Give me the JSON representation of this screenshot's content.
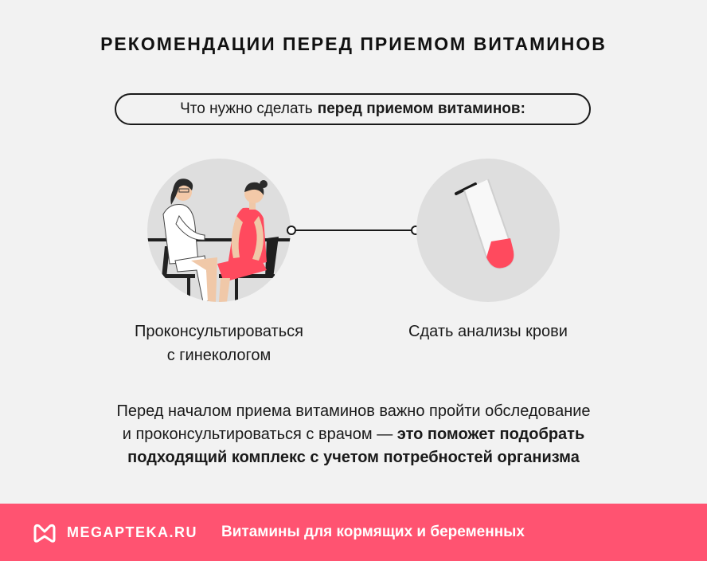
{
  "title": "РЕКОМЕНДАЦИИ ПЕРЕД ПРИЕМОМ ВИТАМИНОВ",
  "pill": {
    "text_regular": "Что нужно сделать",
    "text_bold": "перед приемом витаминов:"
  },
  "steps": [
    {
      "icon": "doctor-consultation-illustration",
      "line1": "Проконсультироваться",
      "line2": "с гинекологом"
    },
    {
      "icon": "blood-test-tube-illustration",
      "line1": "Сдать анализы крови"
    }
  ],
  "body": {
    "line1": "Перед началом приема витаминов важно пройти обследование",
    "line2_regular": "и проконсультироваться с врачом — ",
    "line2_bold": "это поможет подобрать",
    "line3_bold": "подходящий комплекс с учетом потребностей организма"
  },
  "footer": {
    "brand": "MEGAPTEKA.RU",
    "subtitle": "Витамины для кормящих и беременных"
  },
  "colors": {
    "background": "#f2f2f2",
    "footer": "#ff5371",
    "accent": "#ff4a5e",
    "circle": "#dedede"
  }
}
